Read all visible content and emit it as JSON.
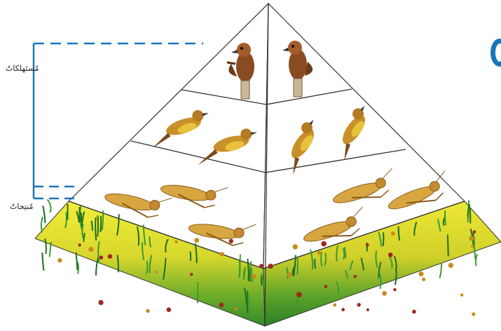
{
  "labels": {
    "consumers": "مُستَهلكاتٌ",
    "producers": "مُنتِجاتٌ"
  },
  "pyramid": {
    "levels": [
      {
        "name": "top-predators",
        "icon": "hawk-icon",
        "count": 2
      },
      {
        "name": "second-consumers",
        "icon": "small-bird-icon",
        "count": 4
      },
      {
        "name": "primary-consumers",
        "icon": "grasshopper-icon",
        "count": 6
      },
      {
        "name": "producers",
        "icon": "grass-plants-icon"
      }
    ]
  },
  "colors": {
    "bracket": "#1877b8",
    "grass_light": "#e8e030",
    "grass_dark": "#2f8a2a",
    "bird": "#c9902a",
    "hawk": "#8a4a22",
    "grasshopper": "#d8a640"
  }
}
